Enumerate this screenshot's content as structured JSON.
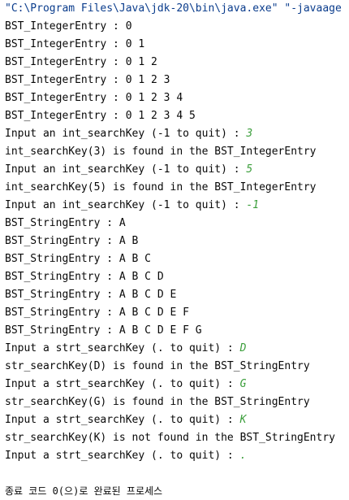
{
  "console": {
    "command_line": "\"C:\\Program Files\\Java\\jdk-20\\bin\\java.exe\" \"-javaage",
    "lines": [
      {
        "text": "BST_IntegerEntry : 0",
        "input": ""
      },
      {
        "text": "BST_IntegerEntry : 0 1",
        "input": ""
      },
      {
        "text": "BST_IntegerEntry : 0 1 2",
        "input": ""
      },
      {
        "text": "BST_IntegerEntry : 0 1 2 3",
        "input": ""
      },
      {
        "text": "BST_IntegerEntry : 0 1 2 3 4",
        "input": ""
      },
      {
        "text": "BST_IntegerEntry : 0 1 2 3 4 5",
        "input": ""
      },
      {
        "text": "Input an int_searchKey (-1 to quit) : ",
        "input": "3"
      },
      {
        "text": "int_searchKey(3) is found in the BST_IntegerEntry",
        "input": ""
      },
      {
        "text": "Input an int_searchKey (-1 to quit) : ",
        "input": "5"
      },
      {
        "text": "int_searchKey(5) is found in the BST_IntegerEntry",
        "input": ""
      },
      {
        "text": "Input an int_searchKey (-1 to quit) : ",
        "input": "-1"
      },
      {
        "text": "BST_StringEntry : A",
        "input": ""
      },
      {
        "text": "BST_StringEntry : A B",
        "input": ""
      },
      {
        "text": "BST_StringEntry : A B C",
        "input": ""
      },
      {
        "text": "BST_StringEntry : A B C D",
        "input": ""
      },
      {
        "text": "BST_StringEntry : A B C D E",
        "input": ""
      },
      {
        "text": "BST_StringEntry : A B C D E F",
        "input": ""
      },
      {
        "text": "BST_StringEntry : A B C D E F G",
        "input": ""
      },
      {
        "text": "Input a strt_searchKey (. to quit) : ",
        "input": "D"
      },
      {
        "text": "str_searchKey(D) is found in the BST_StringEntry",
        "input": ""
      },
      {
        "text": "Input a strt_searchKey (. to quit) : ",
        "input": "G"
      },
      {
        "text": "str_searchKey(G) is found in the BST_StringEntry",
        "input": ""
      },
      {
        "text": "Input a strt_searchKey (. to quit) : ",
        "input": "K"
      },
      {
        "text": "str_searchKey(K) is not found in the BST_StringEntry",
        "input": ""
      },
      {
        "text": "Input a strt_searchKey (. to quit) : ",
        "input": "."
      }
    ],
    "exit_message": "종료 코드 0(으)로 완료된 프로세스"
  },
  "colors": {
    "background": "#ffffff",
    "output_text": "#080808",
    "command_text": "#0a3c8c",
    "user_input": "#3b9e3b"
  }
}
